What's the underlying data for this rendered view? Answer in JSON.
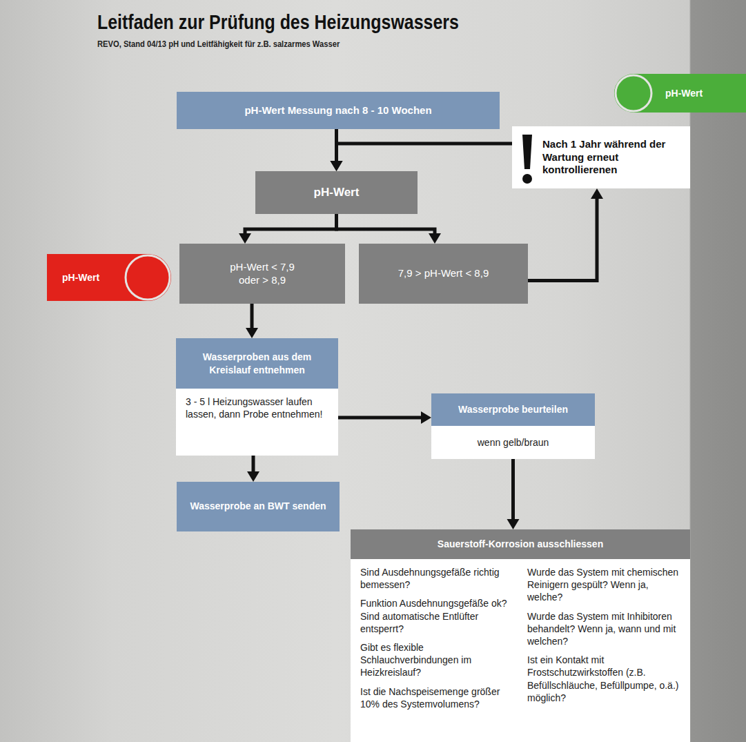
{
  "diagram": {
    "title": "Leitfaden zur Prüfung des Heizungswassers",
    "nodes": [
      {
        "text": [
          "pH-Wert Messung nach 8 - 10 Wochen"
        ]
      },
      {
        "text": [
          "pH-Wert"
        ]
      },
      {
        "text": [
          "Nach 1 Jahr während der Wartung erneut kontrollierenen"
        ]
      },
      {
        "text": [
          "pH-Wert"
        ]
      },
      {
        "text": [
          "pH-Wert"
        ]
      },
      {
        "text": [
          "pH-Wert < 7,9 oder > 8,9"
        ]
      },
      {
        "text": [
          "7,9 > pH-Wert < 8,9"
        ]
      },
      {
        "text": [
          "Wasserproben aus dem Kreislauf entnehmen",
          "3 - 5 l Heizungswasser laufen lassen, dann Probe entnehmen!"
        ]
      },
      {
        "text": [
          "Wasserprobe beurteilen",
          "wenn gelb/braun"
        ]
      },
      {
        "text": [
          "Wasserprobe an BWT senden"
        ]
      },
      {
        "text": [
          "Sauerstoff-Korrosion ausschliessen",
          "Sind Ausdehnungsgefäße richtig bemessen?",
          "Funktion Ausdehnungsgefäße ok? Sind automatische Entlüfter entsperrt?",
          "Gibt es flexible Schlauchverbindungen im Heizkreislauf?",
          "Ist die Nachspeisemenge größer 10% des Systemvolumens?",
          "Wurde das System mit chemischen Reinigern gespült? Wenn ja, welche?",
          "Wurde das System mit Inhibitoren behandelt? Wenn ja, wann und mit welchen?",
          "Ist ein Kontakt mit Frostschutzwirkstoffen (z.B. Befüllschläuche, Befüllpumpe, o.ä.) möglich?"
        ]
      }
    ],
    "edges": [
      {
        "from": 0,
        "to": 3,
        "arrow": "to"
      },
      {
        "from": 2,
        "to": 3,
        "arrow": "to"
      },
      {
        "from": 3,
        "to": 5,
        "arrow": "to"
      },
      {
        "from": 3,
        "to": 6,
        "arrow": "to"
      },
      {
        "from": 6,
        "to": 2,
        "arrow": "to"
      },
      {
        "from": 5,
        "to": 7,
        "arrow": "to"
      },
      {
        "from": 7,
        "to": 8,
        "arrow": "to"
      },
      {
        "from": 7,
        "to": 9,
        "arrow": "to"
      },
      {
        "from": 8,
        "to": 10,
        "arrow": "to"
      }
    ],
    "labels": [
      "REVO, Stand 04/13 pH und Leitfähigkeit für z.B. salzarmes Wasser"
    ]
  }
}
